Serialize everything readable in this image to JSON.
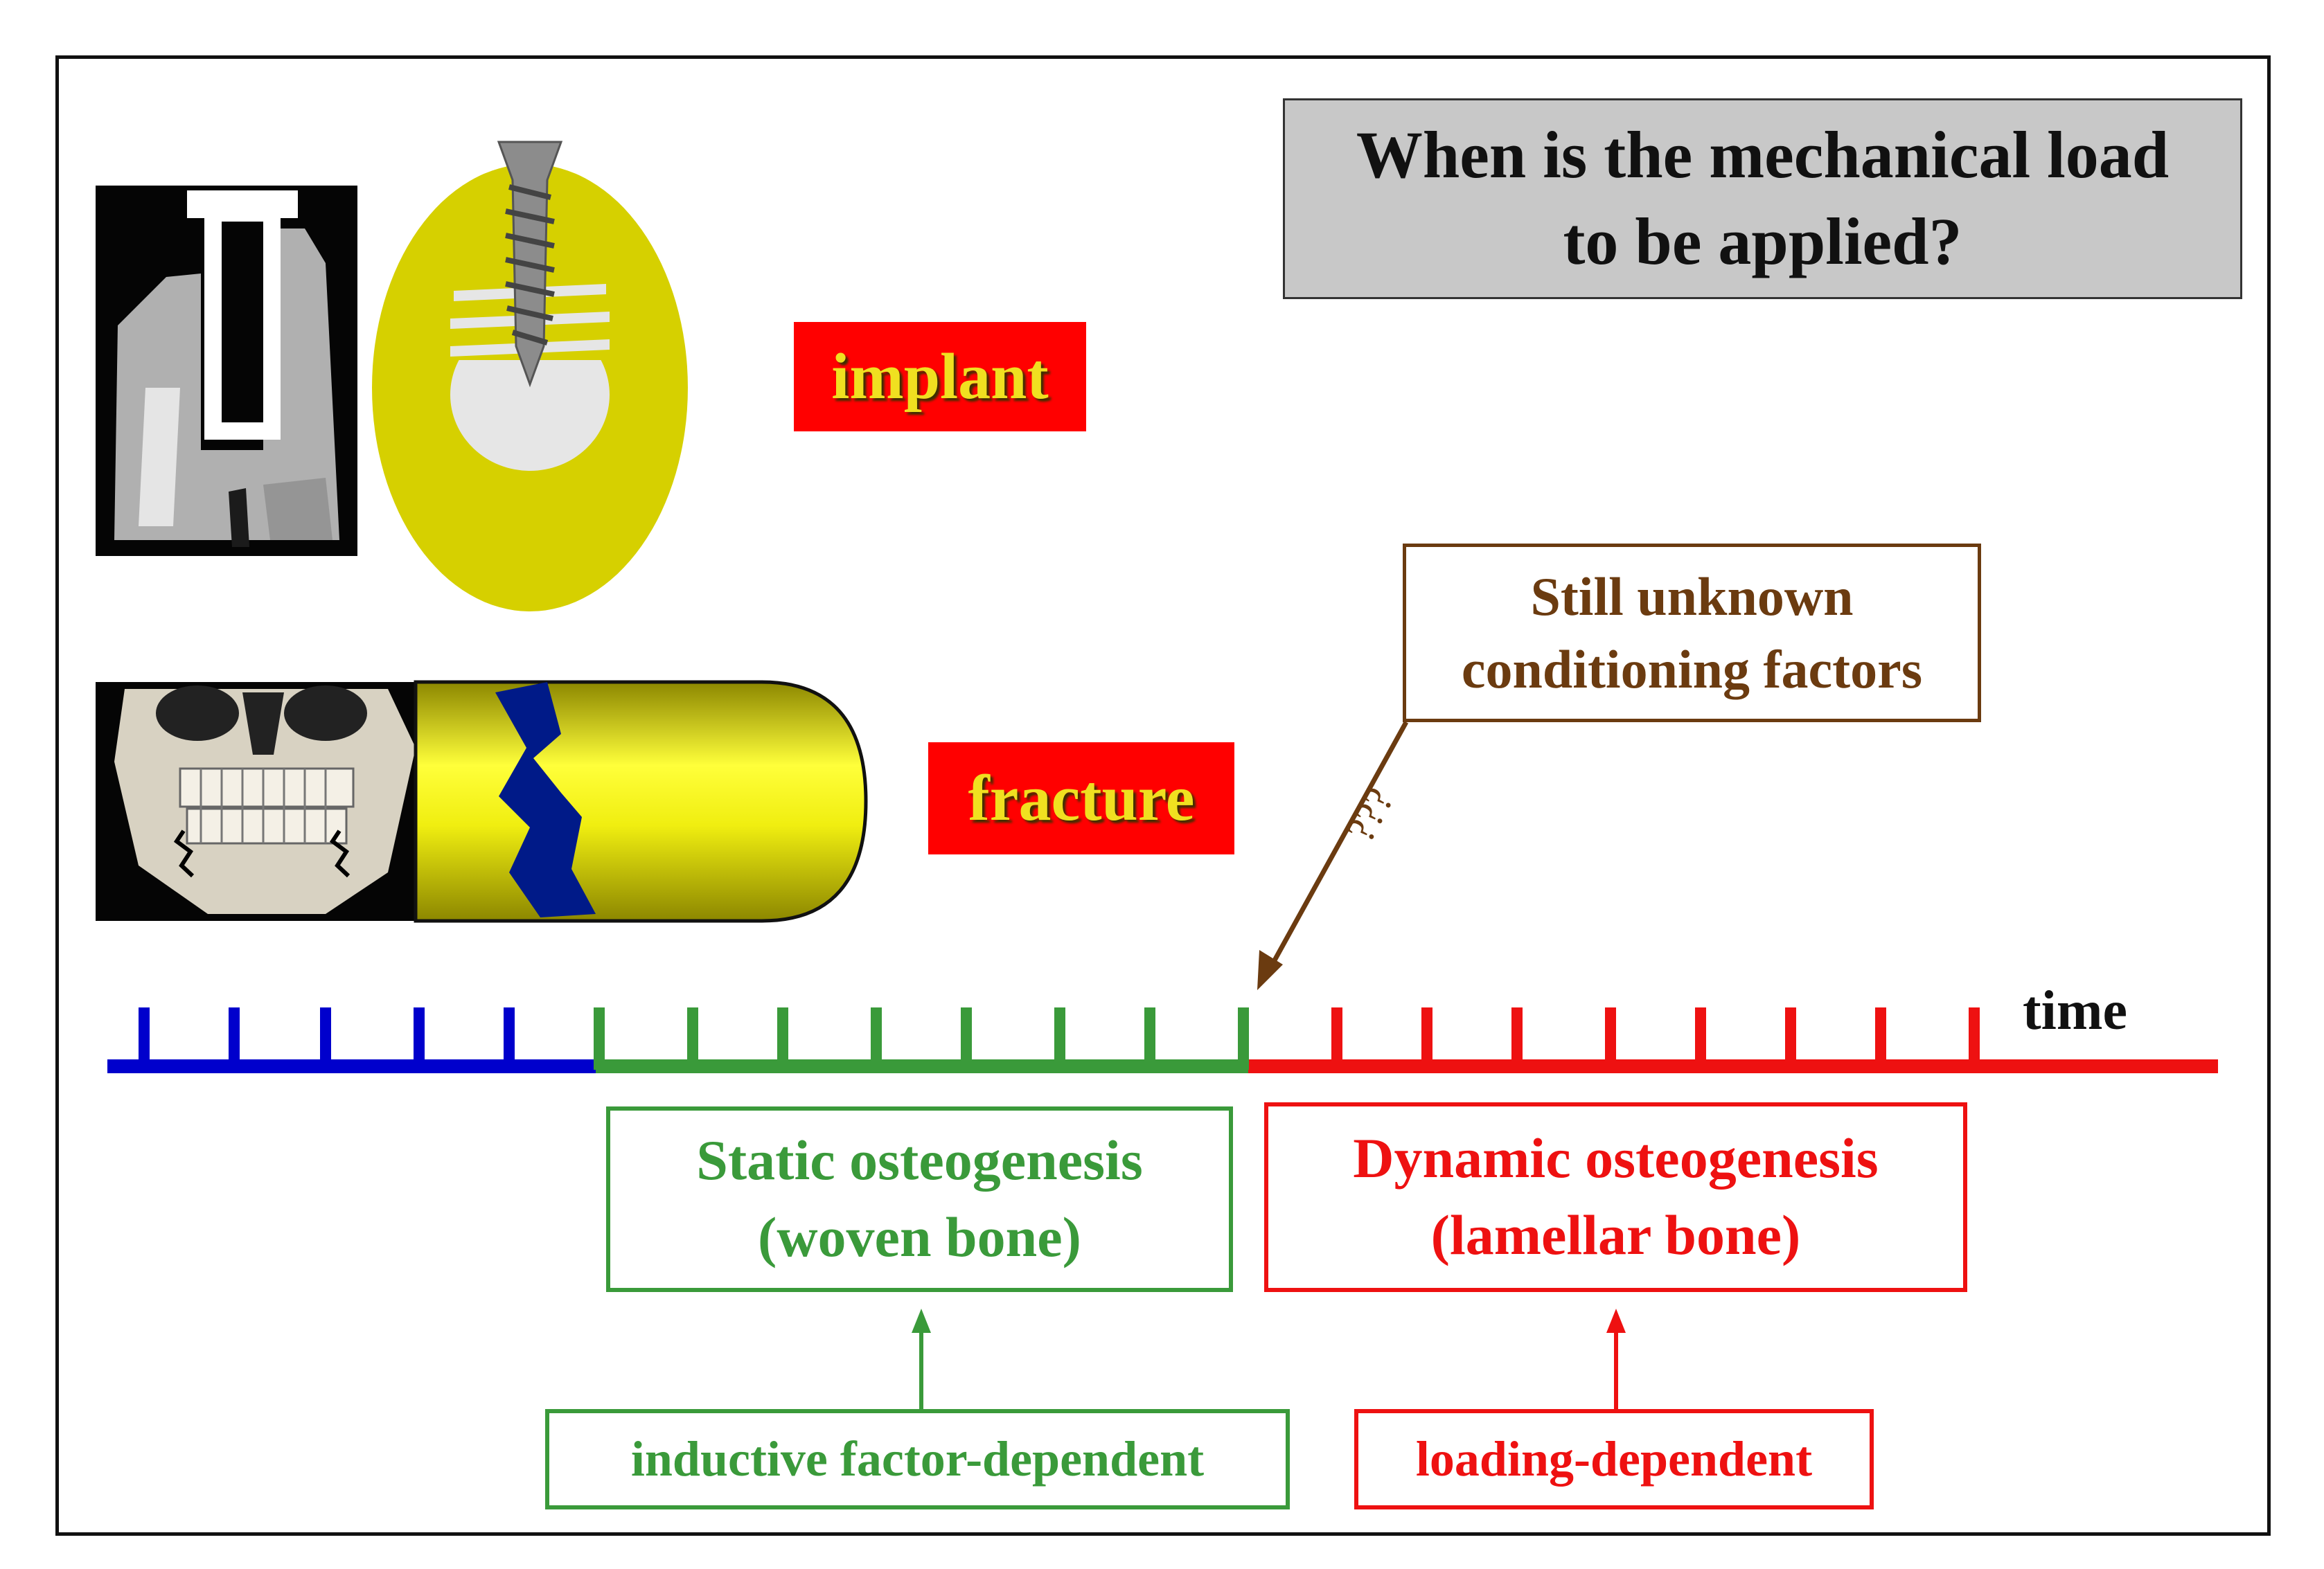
{
  "question": {
    "line1": "When is the mechanical load",
    "line2": "to be applied?"
  },
  "labels": {
    "implant": "implant",
    "fracture": "fracture",
    "time": "time",
    "question_marks": "???"
  },
  "unknown": {
    "line1": "Still unknown",
    "line2": "conditioning factors"
  },
  "static": {
    "line1": "Static osteogenesis",
    "line2": "(woven bone)"
  },
  "dynamic": {
    "line1": "Dynamic osteogenesis",
    "line2": "(lamellar bone)"
  },
  "dependence": {
    "inductive": "inductive factor-dependent",
    "loading": "loading-dependent"
  },
  "colors": {
    "blue": "#0000cc",
    "green": "#3a9a3a",
    "red": "#ee1111",
    "brown": "#6b3b10",
    "yellow": "#d6d000",
    "label_red": "#ff0000"
  }
}
